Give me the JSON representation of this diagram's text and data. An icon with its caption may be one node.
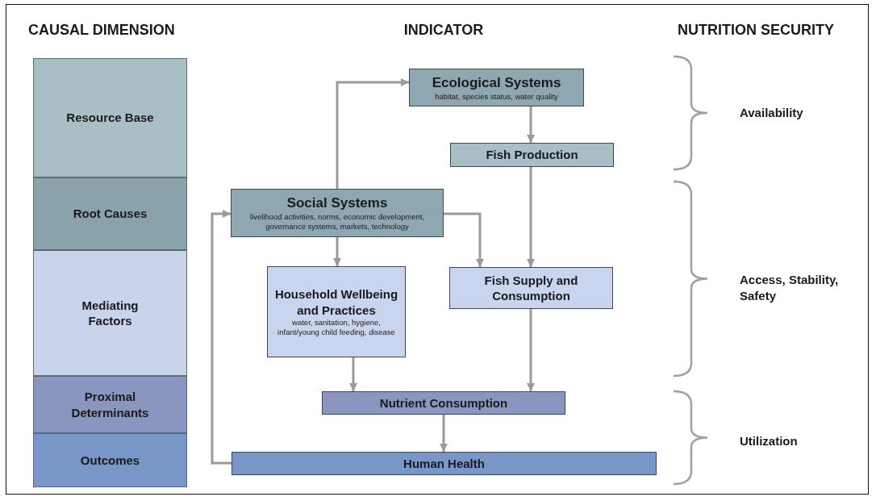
{
  "diagram": {
    "nodes": [
      {
        "text": [
          "Resource Base"
        ]
      },
      {
        "text": [
          "Root Causes"
        ]
      },
      {
        "text": [
          "Mediating Factors"
        ]
      },
      {
        "text": [
          "Proximal Determinants"
        ]
      },
      {
        "text": [
          "Outcomes"
        ]
      },
      {
        "text": [
          "Ecological Systems",
          "habitat, species status, water quality"
        ]
      },
      {
        "text": [
          "Fish Production"
        ]
      },
      {
        "text": [
          "Social Systems",
          "livelihood activities, norms, economic development, governance systems, markets, technology"
        ]
      },
      {
        "text": [
          "Household Wellbeing and Practices",
          "water, sanitation, hygiene, infant/young child feeding, disease"
        ]
      },
      {
        "text": [
          "Fish Supply and Consumption"
        ]
      },
      {
        "text": [
          "Nutrient Consumption"
        ]
      },
      {
        "text": [
          "Human Health"
        ]
      }
    ],
    "edges": [
      {
        "from": 7,
        "to": 5,
        "arrow": "to"
      },
      {
        "from": 5,
        "to": 6,
        "arrow": "to"
      },
      {
        "from": 6,
        "to": 9,
        "arrow": "to"
      },
      {
        "from": 7,
        "to": 9,
        "arrow": "to"
      },
      {
        "from": 7,
        "to": 8,
        "arrow": "to"
      },
      {
        "from": 8,
        "to": 10,
        "arrow": "to"
      },
      {
        "from": 9,
        "to": 10,
        "arrow": "to"
      },
      {
        "from": 10,
        "to": 11,
        "arrow": "to"
      },
      {
        "from": 11,
        "to": 7,
        "arrow": "to"
      }
    ],
    "labels": [
      "CAUSAL DIMENSION",
      "INDICATOR",
      "NUTRITION SECURITY",
      "Availability",
      "Access, Stability, Safety",
      "Utilization"
    ]
  }
}
